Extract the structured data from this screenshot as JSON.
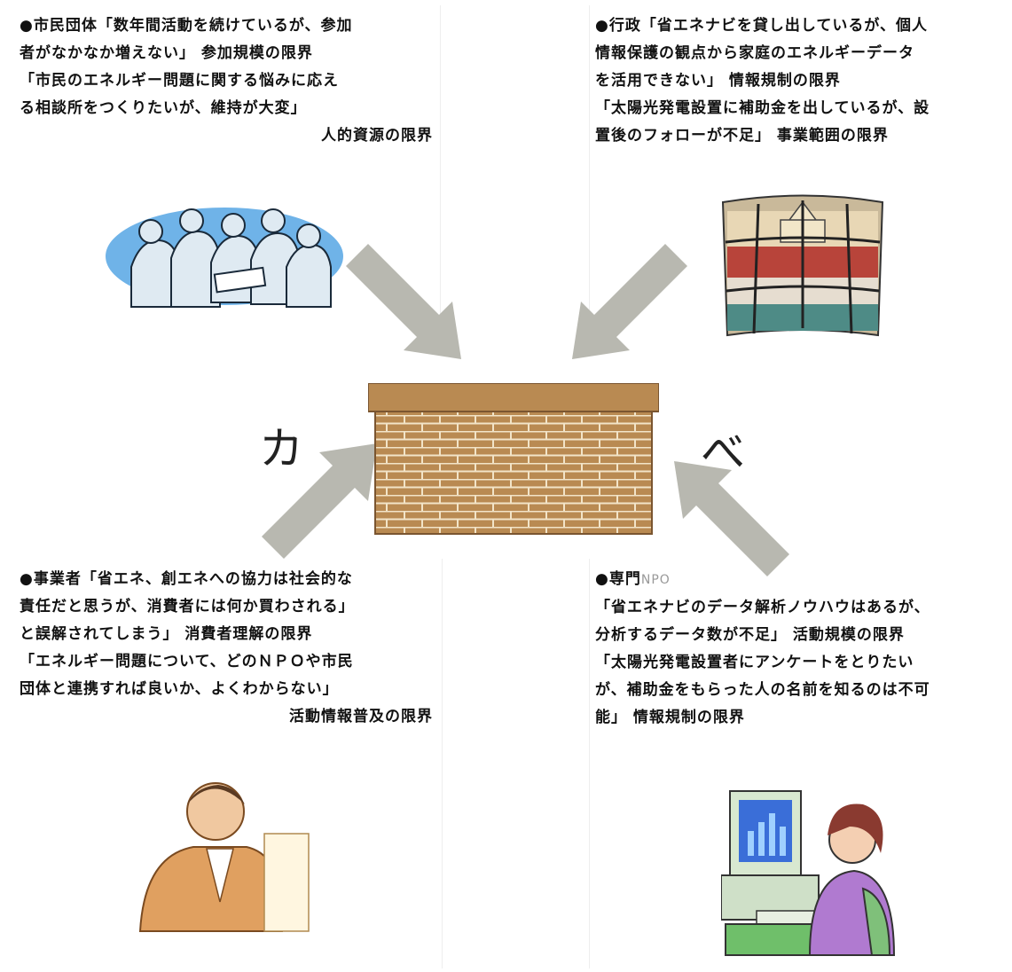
{
  "panels": {
    "top_left": {
      "lines": [
        "●市民団体「数年間活動を続けているが、参加",
        "者がなかなか増えない」 参加規模の限界",
        "「市民のエネルギー問題に関する悩みに応え",
        "る相談所をつくりたいが、維持が大変」",
        "人的資源の限界"
      ],
      "icon": "people-meeting-icon"
    },
    "top_right": {
      "lines": [
        "●行政「省エネナビを貸し出しているが、個人",
        "情報保護の観点から家庭のエネルギーデータ",
        "を活用できない」 情報規制の限界",
        "「太陽光発電設置に補助金を出しているが、設",
        "置後のフォローが不足」 事業範囲の限界"
      ],
      "icon": "government-building-icon"
    },
    "bottom_left": {
      "lines": [
        "●事業者「省エネ、創エネへの協力は社会的な",
        "責任だと思うが、消費者には何か買わされる」",
        "と誤解されてしまう」 消費者理解の限界",
        "「エネルギー問題について、どのＮＰＯや市民",
        "団体と連携すれば良いか、よくわからない」",
        "活動情報普及の限界"
      ],
      "icon": "businessman-icon"
    },
    "bottom_right": {
      "heading": "●専門",
      "heading_tag": "NPO",
      "lines": [
        "「省エネナビのデータ解析ノウハウはあるが、",
        "分析するデータ数が不足」 活動規模の限界",
        "「太陽光発電設置者にアンケートをとりたい",
        "が、補助金をもらった人の名前を知るのは不可",
        "能」 情報規制の限界"
      ],
      "icon": "woman-computer-icon"
    }
  },
  "center": {
    "title_left": "カ",
    "title_right": "べ",
    "wall_icon": "brick-wall-icon",
    "wall_color": "#b98a52",
    "arrow_color": "#b8b8b0"
  }
}
